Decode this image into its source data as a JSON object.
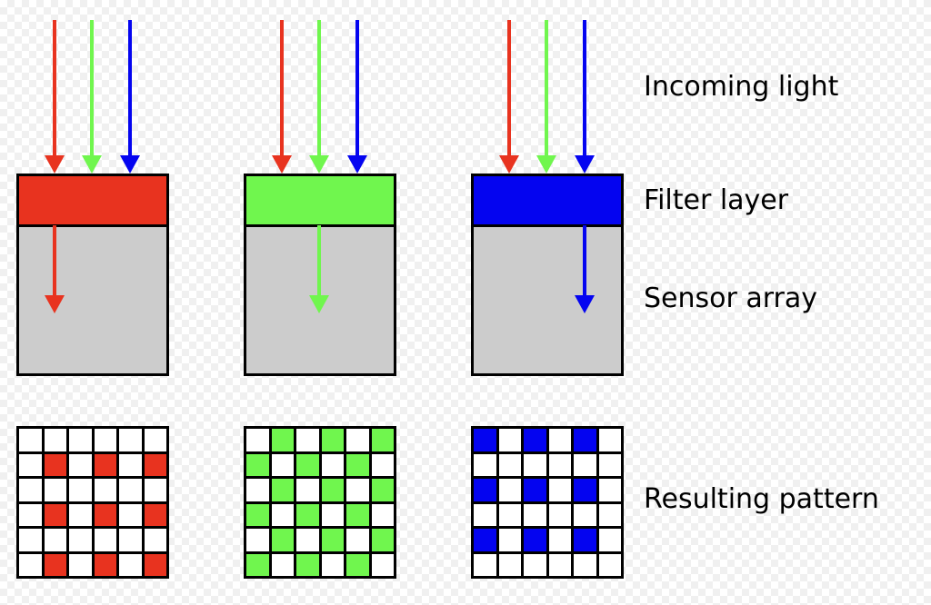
{
  "labels": {
    "incoming_light": "Incoming light",
    "filter_layer": "Filter layer",
    "sensor_array": "Sensor array",
    "resulting_pattern": "Resulting pattern"
  },
  "colors": {
    "red": "#e8331f",
    "green": "#70f64e",
    "blue": "#0404f0",
    "sensor_gray": "#cccccc",
    "outline_black": "#000000",
    "grid_background_white": "#ffffff",
    "checker_light": "#ffffff",
    "checker_dark": "#f0f0f0"
  },
  "panels": [
    {
      "name": "red-filter-panel",
      "filter_color": "red",
      "incoming_arrows": [
        "red",
        "green",
        "blue"
      ],
      "transmitted": {
        "color": "red",
        "position": "left"
      }
    },
    {
      "name": "green-filter-panel",
      "filter_color": "green",
      "incoming_arrows": [
        "red",
        "green",
        "blue"
      ],
      "transmitted": {
        "color": "green",
        "position": "center"
      }
    },
    {
      "name": "blue-filter-panel",
      "filter_color": "blue",
      "incoming_arrows": [
        "red",
        "green",
        "blue"
      ],
      "transmitted": {
        "color": "blue",
        "position": "right"
      }
    }
  ],
  "grids": [
    {
      "name": "red-pattern-grid",
      "color": "red",
      "rows": [
        "000000",
        "010101",
        "000000",
        "010101",
        "000000",
        "010101"
      ]
    },
    {
      "name": "green-pattern-grid",
      "color": "green",
      "rows": [
        "010101",
        "101010",
        "010101",
        "101010",
        "010101",
        "101010"
      ]
    },
    {
      "name": "blue-pattern-grid",
      "color": "blue",
      "rows": [
        "101010",
        "000000",
        "101010",
        "000000",
        "101010",
        "000000"
      ]
    }
  ]
}
